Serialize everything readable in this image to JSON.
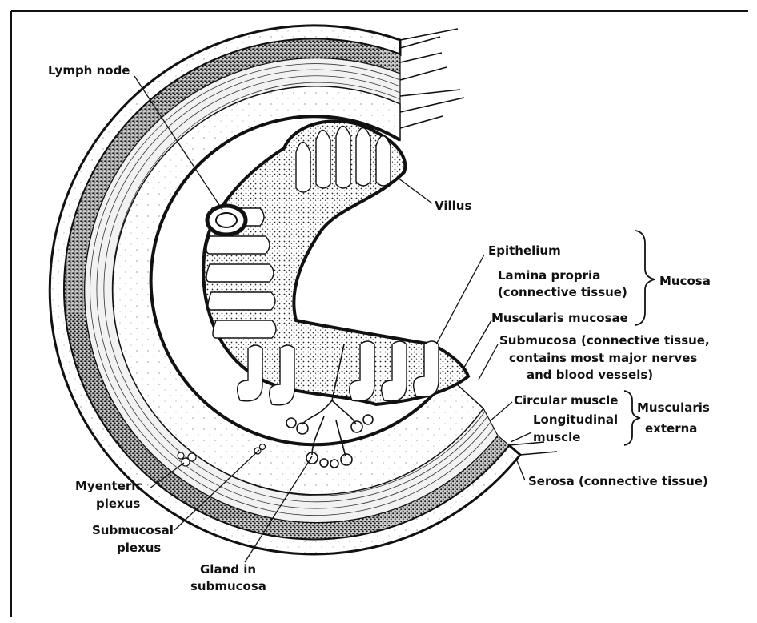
{
  "labels": {
    "lymph_node": "Lymph node",
    "villus": "Villus",
    "epithelium": "Epithelium",
    "lamina_propria_1": "Lamina propria",
    "lamina_propria_2": "(connective tissue)",
    "muscularis_mucosae": "Muscularis mucosae",
    "mucosa": "Mucosa",
    "submucosa_1": "Submucosa (connective tissue,",
    "submucosa_2": "contains most major nerves",
    "submucosa_3": "and blood vessels)",
    "circular_muscle": "Circular muscle",
    "longitudinal_1": "Longitudinal",
    "longitudinal_2": "muscle",
    "muscularis_externa_1": "Muscularis",
    "muscularis_externa_2": "externa",
    "serosa": "Serosa (connective tissue)",
    "myenteric_1": "Myenteric",
    "myenteric_2": "plexus",
    "submucosal_1": "Submucosal",
    "submucosal_2": "plexus",
    "gland_1": "Gland in",
    "gland_2": "submucosa"
  }
}
